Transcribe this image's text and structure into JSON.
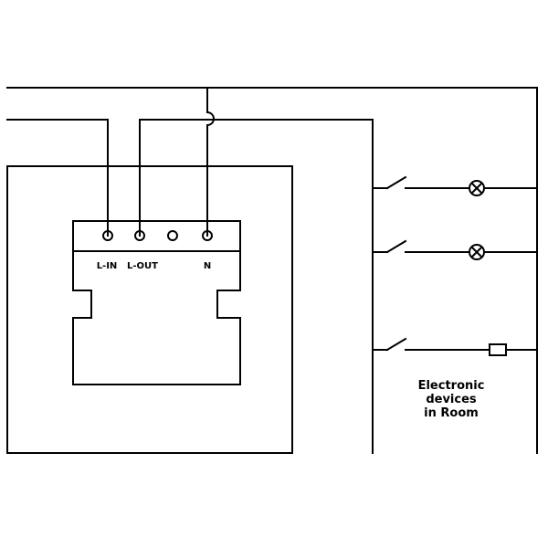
{
  "module": {
    "terminals": [
      {
        "id": "l-in",
        "label": "L-IN"
      },
      {
        "id": "l-out",
        "label": "L-OUT"
      },
      {
        "id": "unused",
        "label": ""
      },
      {
        "id": "n",
        "label": "N"
      }
    ]
  },
  "loads": [
    {
      "id": "lamp-1",
      "symbol": "lamp-icon"
    },
    {
      "id": "lamp-2",
      "symbol": "lamp-icon"
    },
    {
      "id": "device",
      "symbol": "resistor-icon"
    }
  ],
  "room": {
    "label_lines": [
      "Electronic",
      "devices",
      "in Room"
    ]
  },
  "colors": {
    "stroke": "#000000",
    "background": "#ffffff"
  }
}
